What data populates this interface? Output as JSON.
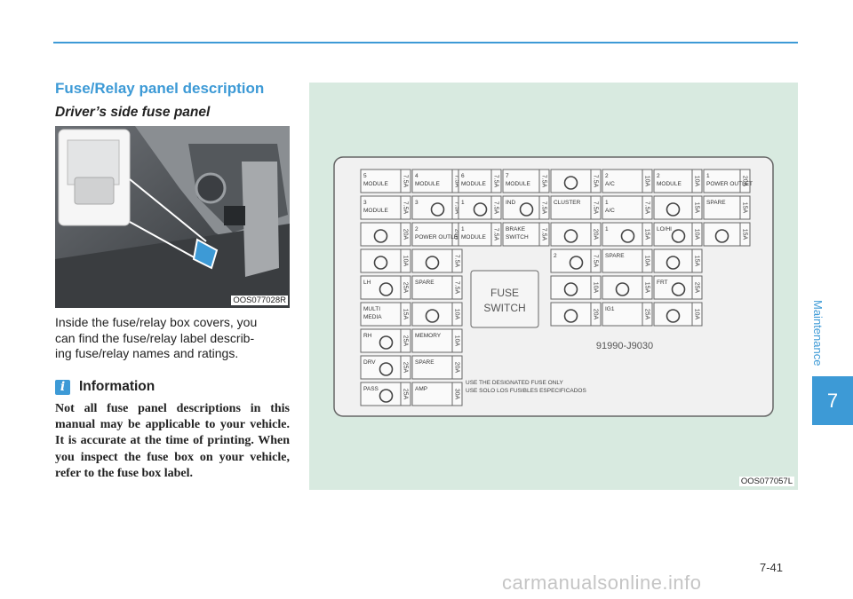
{
  "header": {
    "accent_color": "#3d9ad6"
  },
  "section": {
    "title": "Fuse/Relay panel description",
    "subtitle": "Driver’s side fuse panel"
  },
  "photo": {
    "caption": "OOS077028R"
  },
  "body": {
    "line1": "Inside the fuse/relay box covers, you",
    "line2": "can find the fuse/relay label describ-",
    "line3": "ing fuse/relay names and ratings."
  },
  "info": {
    "icon": "i",
    "label": "Information",
    "text": "Not all fuse panel descriptions in this manual may be applicable to your vehicle. It is accurate at the time of printing. When you inspect the fuse box on your vehicle, refer to the fuse box label."
  },
  "diagram": {
    "caption": "OOS077057L",
    "fuse_switch_line1": "FUSE",
    "fuse_switch_line2": "SWITCH",
    "part_number": "91990-J9030",
    "notice_line1": "USE THE DESIGNATED FUSE ONLY",
    "notice_line2": "USE SOLO LOS FUSIBLES ESPECIFICADOS",
    "fuses": {
      "col1": [
        {
          "label": "5 MODULE",
          "rating": "7.5A"
        },
        {
          "label": "3 MODULE",
          "rating": "7.5A"
        },
        {
          "label": "",
          "icon": "car-icon",
          "rating": "20A"
        },
        {
          "label": "",
          "icon": "suv-icon",
          "rating": "10A"
        },
        {
          "label": "LH",
          "icon": "power-window-icon",
          "rating": "25A"
        },
        {
          "label": "MULTI MEDIA",
          "rating": "15A"
        },
        {
          "label": "RH",
          "icon": "power-window-icon",
          "rating": "25A"
        },
        {
          "label": "DRV",
          "icon": "seat-icon",
          "rating": "25A"
        },
        {
          "label": "PASS",
          "icon": "seat-icon",
          "rating": "25A"
        }
      ],
      "col2": [
        {
          "label": "4 MODULE",
          "rating": "7.5A"
        },
        {
          "label": "3",
          "icon": "circular-arrow-icon",
          "rating": "7.5A"
        },
        {
          "label": "2 POWER OUTLET",
          "rating": "20A"
        },
        {
          "label": "",
          "icon": "room-lamp-icon",
          "rating": "7.5A"
        },
        {
          "label": "SPARE",
          "rating": "7.5A"
        },
        {
          "label": "",
          "icon": "fog-lamp-icon",
          "rating": "10A"
        },
        {
          "label": "MEMORY",
          "rating": "10A"
        },
        {
          "label": "SPARE",
          "rating": "20A"
        },
        {
          "label": "AMP",
          "rating": "30A"
        }
      ],
      "col3": [
        {
          "label": "6 MODULE",
          "rating": "7.5A"
        },
        {
          "label": "1",
          "icon": "steering-icon",
          "rating": "7.5A"
        },
        {
          "label": "1 MODULE",
          "rating": "7.5A"
        }
      ],
      "col4": [
        {
          "label": "7 MODULE",
          "rating": "7.5A"
        },
        {
          "label": "IND",
          "icon": "airbag-icon",
          "rating": "7.5A"
        },
        {
          "label": "BRAKE SWITCH",
          "rating": "7.5A"
        }
      ],
      "col5": [
        {
          "label": "",
          "icon": "circular-arrow-icon",
          "rating": "7.5A"
        },
        {
          "label": "CLUSTER",
          "rating": "7.5A"
        },
        {
          "label": "",
          "icon": "door-lock-icon",
          "rating": "20A"
        }
      ],
      "col6": [
        {
          "label": "2 A/C",
          "rating": "10A"
        },
        {
          "label": "1 A/C",
          "rating": "7.5A"
        },
        {
          "label": "1",
          "icon": "circular-arrow-icon",
          "rating": "15A"
        },
        {
          "label": "SPARE",
          "rating": "10A"
        },
        {
          "label": "",
          "icon": "airbag-icon",
          "rating": "15A"
        },
        {
          "label": "IG1",
          "rating": "25A"
        }
      ],
      "col6b": [
        {
          "label": "2",
          "icon": "circular-arrow-icon",
          "rating": "7.5A"
        },
        {
          "label": "",
          "icon": "airbag-off-icon",
          "rating": "10A"
        },
        {
          "label": "",
          "icon": "heated-seat-icon",
          "rating": "20A"
        }
      ],
      "col7": [
        {
          "label": "2 MODULE",
          "rating": "10A"
        },
        {
          "label": "",
          "icon": "washer-icon",
          "rating": "15A"
        },
        {
          "label": "LO/HI",
          "icon": "wiper-icon",
          "rating": "10A"
        },
        {
          "label": "",
          "icon": "wiper-icon",
          "rating": "15A"
        },
        {
          "label": "FRT",
          "icon": "wiper-icon",
          "rating": "25A"
        },
        {
          "label": "",
          "icon": "defrost-icon",
          "rating": "10A"
        }
      ],
      "col8": [
        {
          "label": "1 POWER OUTLET",
          "rating": "20A"
        },
        {
          "label": "SPARE",
          "rating": "15A"
        },
        {
          "label": "",
          "icon": "heated-steering-icon",
          "rating": "15A"
        }
      ]
    }
  },
  "side": {
    "label": "Maintenance",
    "chapter": "7"
  },
  "footer": {
    "page_number": "7-41",
    "watermark": "carmanualsonline.info"
  }
}
